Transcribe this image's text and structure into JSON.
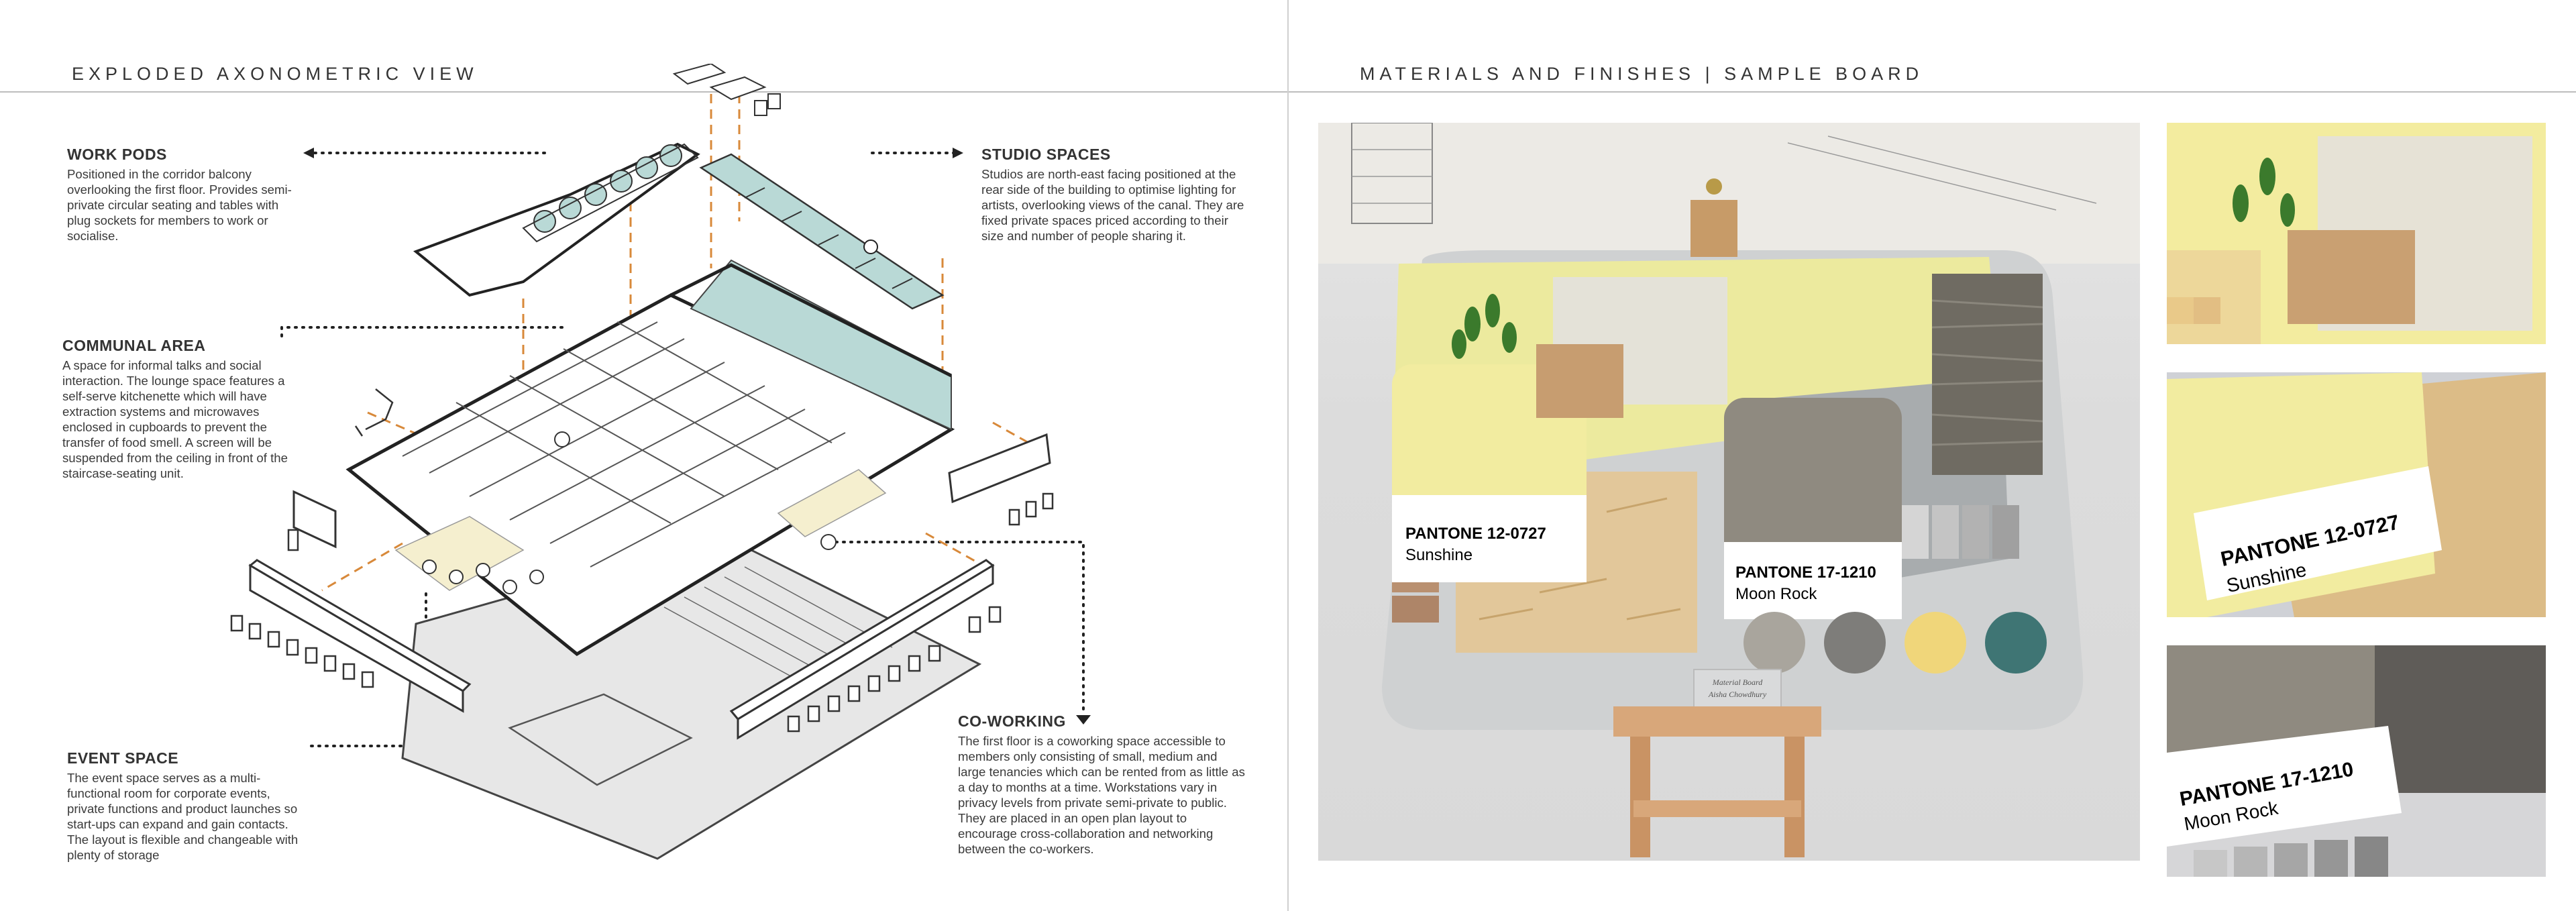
{
  "left_page": {
    "title": "EXPLODED AXONOMETRIC VIEW",
    "annotations": [
      {
        "id": "work-pods",
        "heading": "WORK PODS",
        "text": "Positioned in the corridor balcony overlooking the first floor. Provides semi-private circular seating and tables with plug sockets for members to work or socialise."
      },
      {
        "id": "communal-area",
        "heading": "COMMUNAL AREA",
        "text": "A space for informal talks and social interaction. The lounge space features a self-serve kitchenette which will have extraction systems and microwaves enclosed in cupboards to prevent the transfer of food smell. A screen will be suspended from the ceiling in front of the staircase-seating unit."
      },
      {
        "id": "event-space",
        "heading": "EVENT SPACE",
        "text": "The event space serves as a multi-functional room for corporate events, private functions and product launches so start-ups can expand and gain contacts. The layout is flexible and changeable with plenty of storage"
      },
      {
        "id": "studio-spaces",
        "heading": "STUDIO SPACES",
        "text": "Studios are north-east facing positioned at the rear side of the building to optimise lighting for artists, overlooking views of the canal. They are fixed private spaces priced according to their size and number of people sharing it."
      },
      {
        "id": "co-working",
        "heading": "CO-WORKING",
        "text": "The first floor is a coworking space accessible to members only consisting of small, medium and large tenancies which can be rented from as little as a day to months at a time. Workstations vary in privacy levels from private semi-private to public. They are placed in an open plan layout to encourage cross-collaboration and networking between the co-workers."
      }
    ]
  },
  "right_page": {
    "title": "MATERIALS AND FINISHES | SAMPLE BOARD",
    "swatches": [
      {
        "code": "PANTONE 12-0727",
        "name": "Sunshine"
      },
      {
        "code": "PANTONE 17-1210",
        "name": "Moon Rock"
      }
    ],
    "plaque": {
      "line1": "Material Board",
      "line2": "Aisha Chowdhury"
    }
  },
  "colors": {
    "sunshine": "#f2eca0",
    "moon_rock": "#8f8a80",
    "studio_tint": "#b9d9d6",
    "cowork_tint": "#f5efcf",
    "leader_orange": "#d8893a"
  }
}
